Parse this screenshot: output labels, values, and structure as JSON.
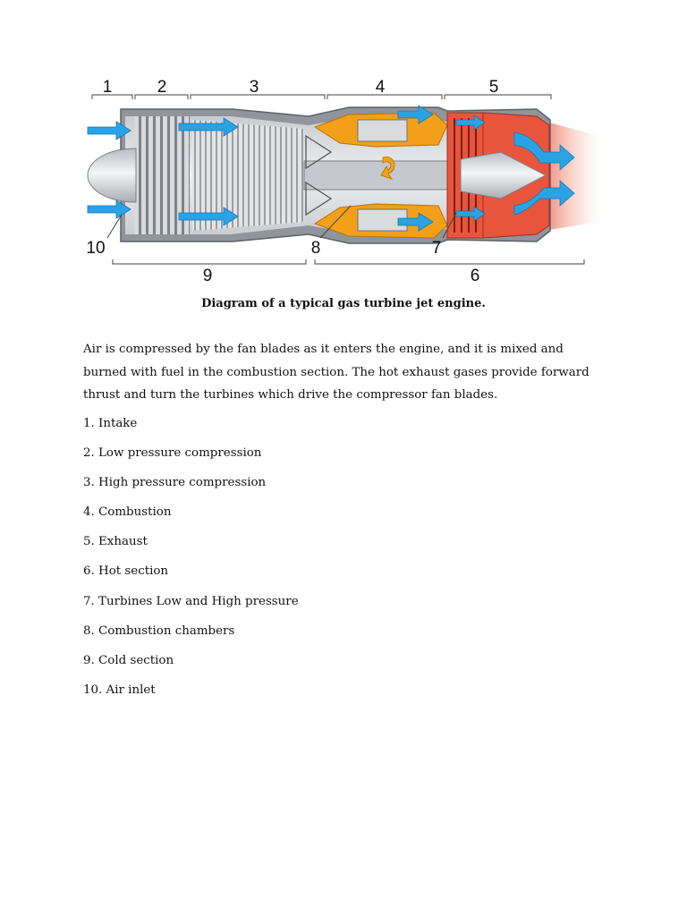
{
  "diagram": {
    "labels": {
      "n1": "1",
      "n2": "2",
      "n3": "3",
      "n4": "4",
      "n5": "5",
      "n6": "6",
      "n7": "7",
      "n8": "8",
      "n9": "9",
      "n10": "10"
    },
    "colors": {
      "airflow": "#2aa3e6",
      "casing": "#9aa0a6",
      "combustion": "#f2a019",
      "hot_section": "#e8553c"
    }
  },
  "caption": "Diagram of a typical gas turbine jet engine.",
  "intro": "Air is compressed by the fan blades as it enters the engine, and it is mixed and burned with fuel in the combustion section. The hot exhaust gases provide forward thrust and turn the turbines which drive the compressor fan blades.",
  "parts": [
    "1. Intake",
    "2. Low pressure compression",
    "3. High pressure compression",
    "4. Combustion",
    "5. Exhaust",
    "6. Hot section",
    "7. Turbines Low and High pressure",
    "8. Combustion chambers",
    "9. Cold section",
    "10. Air inlet"
  ]
}
